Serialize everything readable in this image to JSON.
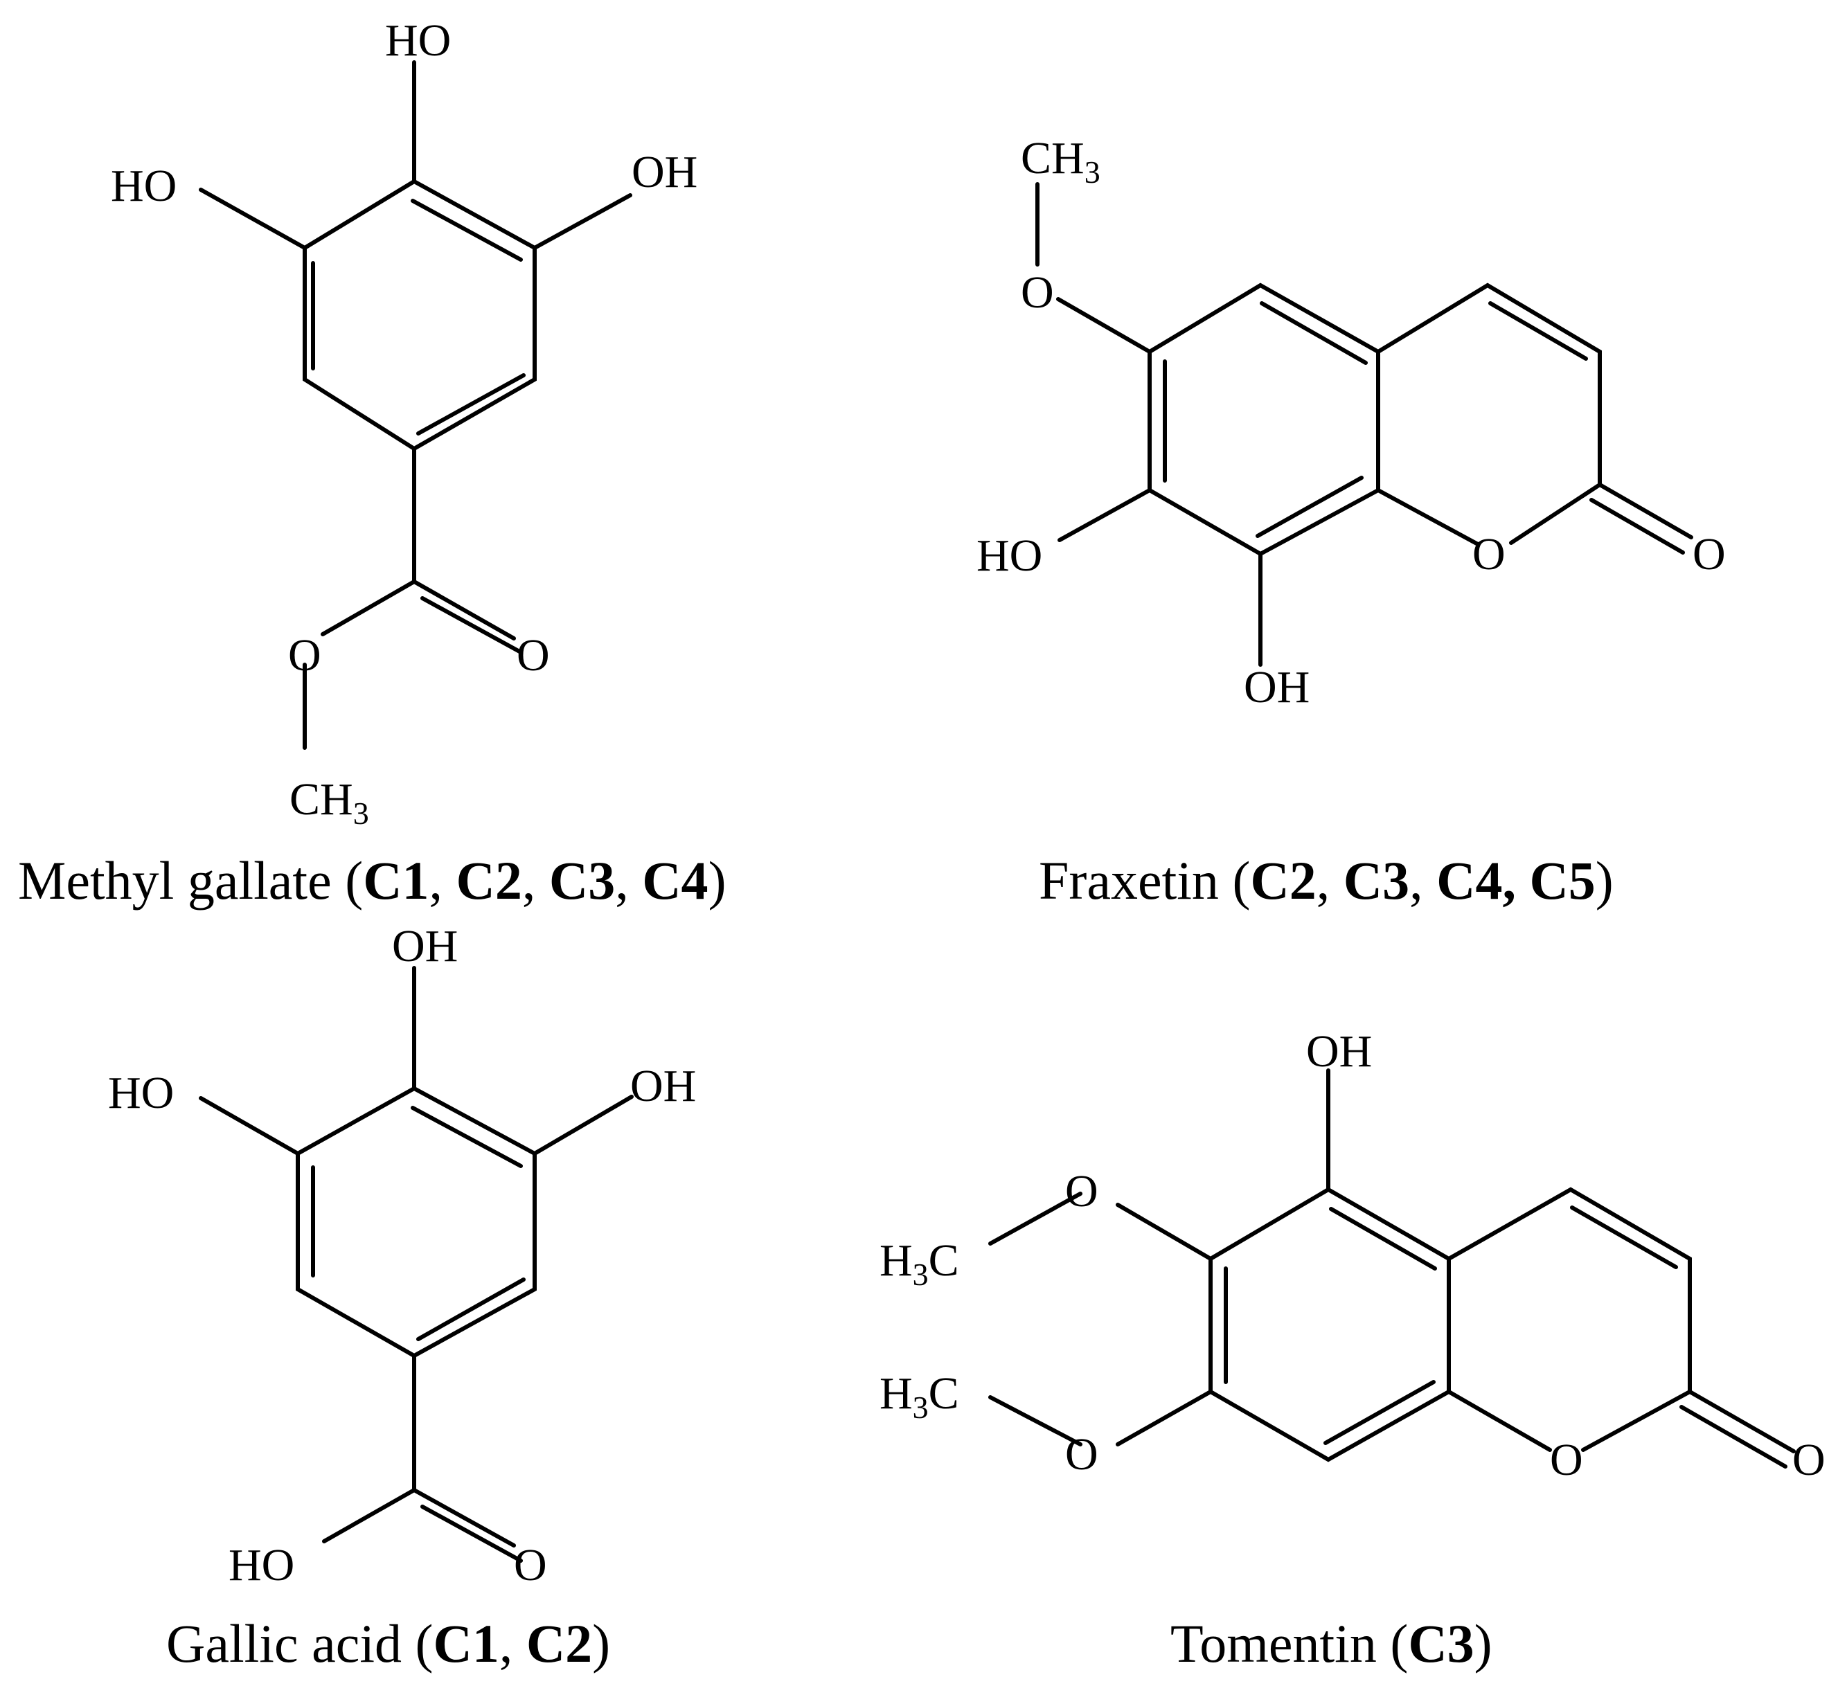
{
  "structures": [
    {
      "id": "methyl-gallate",
      "labels": {
        "top_oh": "HO",
        "left_oh": "HO",
        "right_oh": "OH",
        "ester_o": "O",
        "carbonyl_o": "O",
        "methyl_c": "CH",
        "methyl_sub": "3"
      },
      "caption": {
        "name": "Methyl gallate",
        "open": " (",
        "refs": [
          "C1",
          "C2",
          "C3",
          "C4"
        ],
        "sep": ", ",
        "close": ")"
      }
    },
    {
      "id": "fraxetin",
      "labels": {
        "methyl_c": "CH",
        "methyl_sub": "3",
        "methoxy_o": "O",
        "left_oh": "HO",
        "bottom_oh": "OH",
        "ring_o": "O",
        "carbonyl_o": "O"
      },
      "caption": {
        "name": "Fraxetin",
        "open": " (",
        "refs": [
          "C2",
          "C3",
          "C4",
          "C5"
        ],
        "sep": ", ",
        "close": ")"
      }
    },
    {
      "id": "gallic-acid",
      "labels": {
        "top_oh": "OH",
        "left_oh": "HO",
        "right_oh": "OH",
        "acid_oh": "HO",
        "carbonyl_o": "O"
      },
      "caption": {
        "name": "Gallic acid",
        "open": " (",
        "refs": [
          "C1",
          "C2"
        ],
        "sep": ", ",
        "close": ")"
      }
    },
    {
      "id": "tomentin",
      "labels": {
        "top_oh": "OH",
        "methoxy1_o": "O",
        "methoxy2_o": "O",
        "methyl1_h": "H",
        "methyl1_sub": "3",
        "methyl1_c": "C",
        "methyl2_h": "H",
        "methyl2_sub": "3",
        "methyl2_c": "C",
        "ring_o": "O",
        "carbonyl_o": "O"
      },
      "caption": {
        "name": "Tomentin",
        "open": " (",
        "refs": [
          "C3"
        ],
        "sep": ", ",
        "close": ")"
      }
    }
  ],
  "colors": {
    "ink": "#000000",
    "background": "#ffffff"
  }
}
